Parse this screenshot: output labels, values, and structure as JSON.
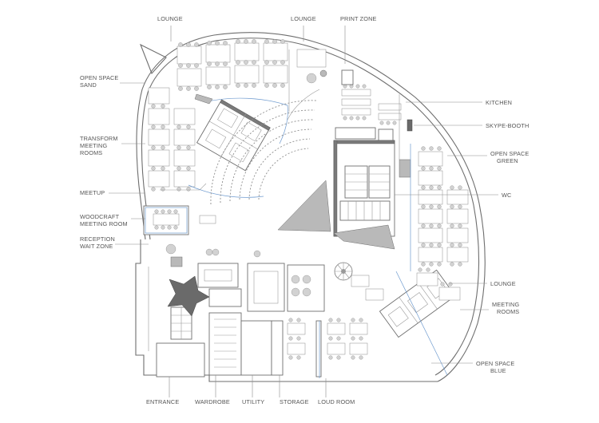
{
  "labels": {
    "lounge_top": "LOUNGE",
    "lounge_top2": "LOUNGE",
    "print_zone": "PRINT ZONE",
    "open_space_sand": [
      "OPEN SPACE",
      "SAND"
    ],
    "kitchen": "KITCHEN",
    "skype_booth": "SKYPE-BOOTH",
    "transform_meeting": [
      "TRANSFORM",
      "MEETING",
      "ROOMS"
    ],
    "open_space_green": [
      "OPEN SPACE",
      "GREEN"
    ],
    "meetup": "MEETUP",
    "wc": "WC",
    "woodcraft": [
      "WOODCRAFT",
      "MEETING ROOM"
    ],
    "reception": [
      "RECEPTION",
      "WAIT ZONE"
    ],
    "lounge_right": "LOUNGE",
    "meeting_rooms": [
      "MEETING",
      "ROOMS"
    ],
    "open_space_blue": [
      "OPEN SPACE",
      "BLUE"
    ],
    "entrance": "ENTRANCE",
    "wardrobe": "WARDROBE",
    "utility": "UTILITY",
    "storage": "STORAGE",
    "loud_room": "LOUD ROOM"
  }
}
